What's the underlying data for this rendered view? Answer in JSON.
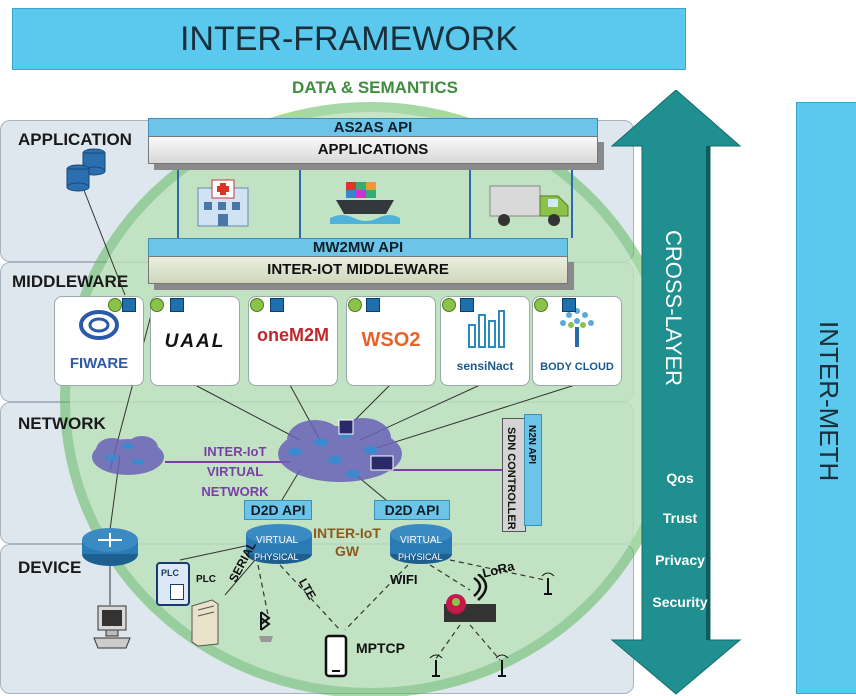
{
  "header": {
    "title": "INTER-FRAMEWORK"
  },
  "semantics": {
    "title": "DATA & SEMANTICS"
  },
  "layers": {
    "application": "APPLICATION",
    "middleware": "MIDDLEWARE",
    "network": "NETWORK",
    "device": "DEVICE"
  },
  "application": {
    "api": "AS2AS API",
    "block": "APPLICATIONS"
  },
  "middleware": {
    "api": "MW2MW API",
    "block": "INTER-IOT MIDDLEWARE",
    "platforms": [
      "FIWARE",
      "UAAL",
      "oneM2M",
      "WSO2",
      "sensiNact",
      "BODY CLOUD"
    ]
  },
  "network": {
    "virtual_network": [
      "INTER-IoT",
      "VIRTUAL",
      "NETWORK"
    ],
    "sdn_controller": "SDN CONTROLLER",
    "n2n_api": "N2N API"
  },
  "device": {
    "d2d_api": "D2D API",
    "gw": [
      "INTER-IoT",
      "GW"
    ],
    "virtual": "VIRTUAL",
    "physical": "PHYSICAL",
    "links": {
      "plc": "PLC",
      "serial": "SERIAL",
      "lte": "LTE",
      "wifi": "WIFI",
      "lora": "LoRa",
      "mptcp": "MPTCP"
    },
    "plc_label": "PLC"
  },
  "cross_layer": {
    "title": "CROSS-LAYER",
    "items": [
      "Qos",
      "Trust",
      "Privacy",
      "Security"
    ]
  },
  "inter_meth": {
    "title": "INTER-METH"
  },
  "colors": {
    "banner": "#5bc8ee",
    "arrow": "#1f8f8f",
    "semantics_green": "#3e8e3e",
    "api_blue": "#6cc4e8"
  }
}
